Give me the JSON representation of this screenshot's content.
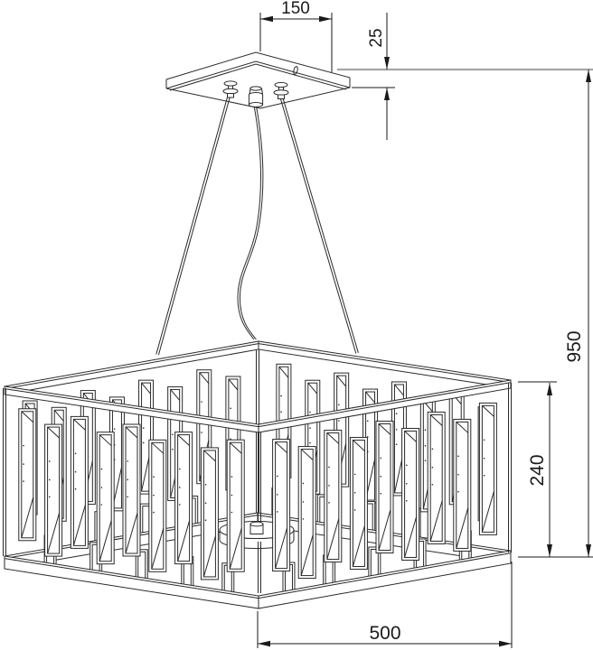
{
  "drawing": {
    "title": "Pendant chandelier dimensional drawing",
    "type": "technical line drawing",
    "units": "mm",
    "dimensions": {
      "canopy_width": "150",
      "canopy_height": "25",
      "overall_height": "950",
      "body_height": "240",
      "body_width": "500"
    },
    "colors": {
      "line": "#2a2a2a",
      "dim_line": "#1a1a1a",
      "reference_gray": "#a6a6a6",
      "background": "#ffffff"
    },
    "parts": {
      "canopy": "square ceiling canopy plate",
      "cable_grippers": "two cable grippers on canopy",
      "cord_grip": "central power cord grip",
      "cables": "two steel suspension cables",
      "cord": "curved central power cord",
      "frame": "square open frame body",
      "crystals": "vertical rectangular crystal plates",
      "links": "small crystal links on bottom frame",
      "lamp_disc": "central round lamp platform"
    }
  }
}
